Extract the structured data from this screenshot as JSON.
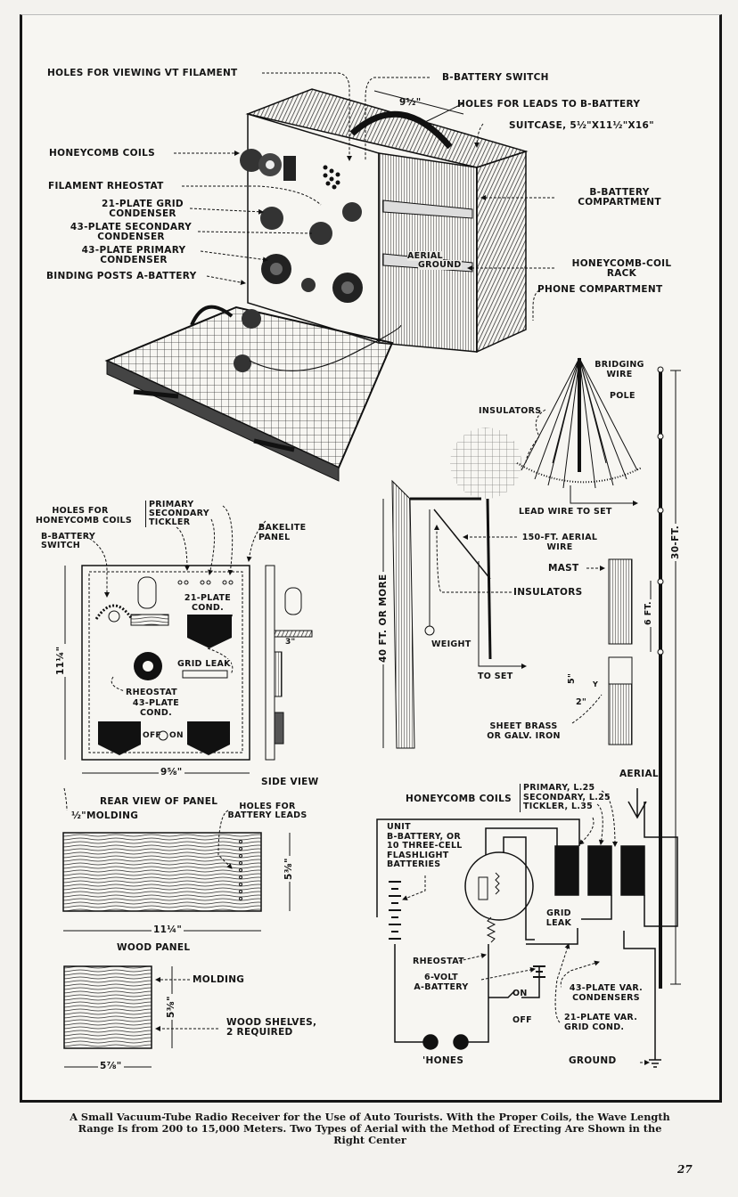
{
  "figure": {
    "suitcase_view": {
      "labels": {
        "holes_vt_filament": "HOLES FOR VIEWING VT FILAMENT",
        "b_battery_switch": "B-BATTERY SWITCH",
        "width_dim": "9½\"",
        "holes_leads_b_battery": "HOLES FOR LEADS TO B-BATTERY",
        "suitcase_size": "SUITCASE, 5½\"X11½\"X16\"",
        "honeycomb_coils": "HONEYCOMB COILS",
        "filament_rheostat": "FILAMENT RHEOSTAT",
        "grid_condenser_1": "21-PLATE GRID",
        "grid_condenser_2": "CONDENSER",
        "secondary_condenser_1": "43-PLATE SECONDARY",
        "secondary_condenser_2": "CONDENSER",
        "primary_condenser_1": "43-PLATE PRIMARY",
        "primary_condenser_2": "CONDENSER",
        "binding_posts": "BINDING POSTS A-BATTERY",
        "b_battery_compartment_1": "B-BATTERY",
        "b_battery_compartment_2": "COMPARTMENT",
        "aerial": "AERIAL",
        "ground": "GROUND",
        "coil_rack_1": "HONEYCOMB-COIL",
        "coil_rack_2": "RACK",
        "phone_compartment": "PHONE COMPARTMENT"
      }
    },
    "umbrella_aerial": {
      "labels": {
        "bridging_wire_1": "BRIDGING",
        "bridging_wire_2": "WIRE",
        "pole": "POLE",
        "insulators": "INSULATORS",
        "lead_wire": "LEAD WIRE TO SET"
      }
    },
    "tree_aerial": {
      "labels": {
        "aerial_wire_1": "150-FT. AERIAL",
        "aerial_wire_2": "WIRE",
        "insulators": "INSULATORS",
        "height": "40 FT. OR MORE",
        "weight": "WEIGHT",
        "to_set": "TO SET"
      }
    },
    "mast": {
      "labels": {
        "mast": "MAST",
        "section": "6 FT.",
        "total": "30-FT.",
        "overlap": "5\"",
        "gap": "2\"",
        "y_mark": "Y",
        "sheet_brass_1": "SHEET BRASS",
        "sheet_brass_2": "OR GALV. IRON"
      }
    },
    "panel_rear_view": {
      "labels": {
        "holes_honeycomb_1": "HOLES FOR",
        "holes_honeycomb_2": "HONEYCOMB COILS",
        "primary": "PRIMARY",
        "secondary": "SECONDARY",
        "tickler": "TICKLER",
        "bakelite_1": "BAKELITE",
        "bakelite_2": "PANEL",
        "b_switch_1": "B-BATTERY",
        "b_switch_2": "SWITCH",
        "height_dim": "11¼\"",
        "cond21_1": "21-PLATE",
        "cond21_2": "COND.",
        "grid_leak": "GRID LEAK",
        "rheostat": "RHEOSTAT",
        "cond43_1": "43-PLATE",
        "cond43_2": "COND.",
        "off": "OFF",
        "on": "ON",
        "width_dim": "9⅝\"",
        "side_depth": "3\"",
        "side_view": "SIDE VIEW",
        "rear_view": "REAR VIEW OF PANEL"
      }
    },
    "wood_panel": {
      "labels": {
        "molding": "½\"MOLDING",
        "battery_holes_1": "HOLES FOR",
        "battery_holes_2": "BATTERY LEADS",
        "height_dim": "5⅜\"",
        "width_dim": "11¼\"",
        "title": "WOOD PANEL"
      }
    },
    "wood_shelves": {
      "labels": {
        "molding": "MOLDING",
        "height_dim": "5⅜\"",
        "shelves_1": "WOOD SHELVES,",
        "shelves_2": "2 REQUIRED",
        "width_dim": "5⅞\""
      }
    },
    "schematic": {
      "labels": {
        "aerial": "AERIAL",
        "honeycomb_coils": "HONEYCOMB COILS",
        "primary": "PRIMARY, L.25",
        "secondary": "SECONDARY, L.25",
        "tickler": "TICKLER, L.35",
        "b_battery_1": "UNIT",
        "b_battery_2": "B-BATTERY, OR",
        "b_battery_3": "10 THREE-CELL",
        "b_battery_4": "FLASHLIGHT",
        "b_battery_5": "BATTERIES",
        "grid_leak_1": "GRID",
        "grid_leak_2": "LEAK",
        "rheostat": "RHEOSTAT",
        "a_battery_1": "6-VOLT",
        "a_battery_2": "A-BATTERY",
        "on": "ON",
        "off": "OFF",
        "var_cond_43_1": "43-PLATE VAR.",
        "var_cond_43_2": "CONDENSERS",
        "var_cond_21_1": "21-PLATE VAR.",
        "var_cond_21_2": "GRID COND.",
        "phones": "'HONES",
        "ground": "GROUND"
      }
    }
  },
  "caption": {
    "line1": "A Small Vacuum-Tube Radio Receiver for the Use of Auto Tourists.  With the Proper Coils, the Wave Length",
    "line2": "Range Is from 200 to 15,000 Meters.  Two Types of Aerial with the Method of Erecting Are Shown in the",
    "line3": "Right Center"
  },
  "page_number": "27"
}
